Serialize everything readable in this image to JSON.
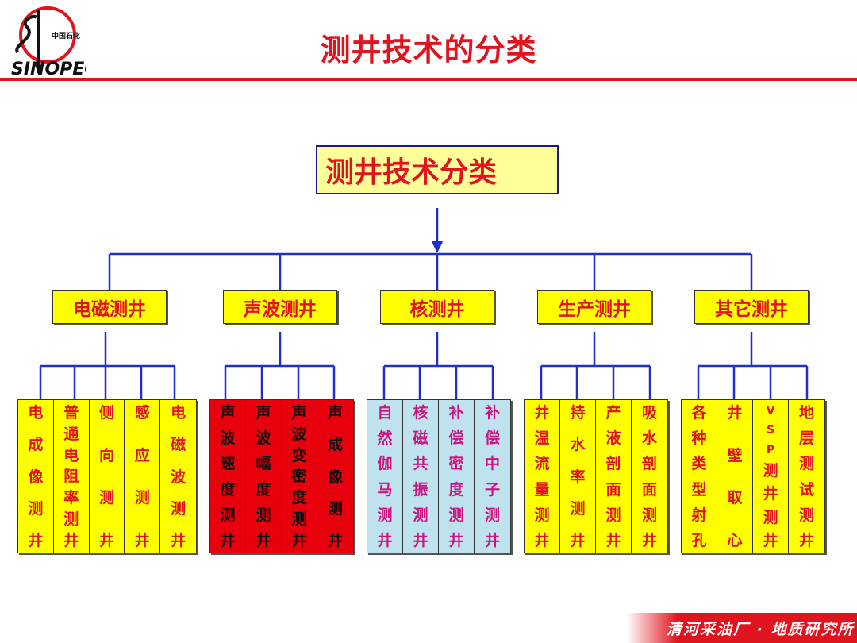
{
  "header": {
    "title": "测井技术的分类",
    "logo_text": "SINOPEC",
    "logo_cn": "中国石化"
  },
  "root": {
    "label": "测井技术分类"
  },
  "categories": [
    {
      "label": "电磁测井",
      "leaf_color": "#ffff00",
      "text_color": "#e0141e",
      "leaves": [
        "电成像测井",
        "普通电阻率测井",
        "侧向测井",
        "感应测井",
        "电磁波测井"
      ]
    },
    {
      "label": "声波测井",
      "leaf_color": "#e8000c",
      "text_color": "#111111",
      "leaves": [
        "声波速度测井",
        "声波幅度测井",
        "声波变密度测井",
        "声成像测井"
      ]
    },
    {
      "label": "核测井",
      "leaf_color": "#bfe3ee",
      "text_color": "#cc1480",
      "leaves": [
        "自然伽马测井",
        "核磁共振测井",
        "补偿密度测井",
        "补偿中子测井"
      ]
    },
    {
      "label": "生产测井",
      "leaf_color": "#ffff00",
      "text_color": "#e0141e",
      "leaves": [
        "井温流量测井",
        "持水率测井",
        "产液剖面测井",
        "吸水剖面测井"
      ]
    },
    {
      "label": "其它测井",
      "leaf_color": "#ffff00",
      "text_color": "#e0141e",
      "leaves": [
        "各种类型射孔",
        "井壁取心",
        "VSP测井测井",
        "地层测试测井"
      ]
    }
  ],
  "footer": {
    "text": "清河采油厂 · 地质研究所"
  },
  "colors": {
    "accent": "#e0141e",
    "connector": "#1f2fd0"
  }
}
